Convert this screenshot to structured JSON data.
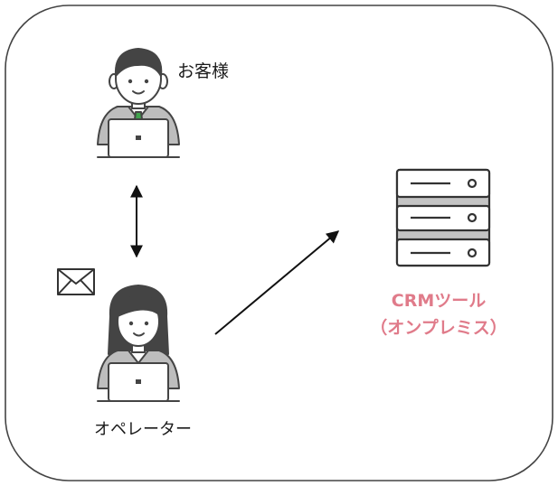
{
  "customer": {
    "label": "お客様"
  },
  "operator": {
    "label": "オペレーター"
  },
  "crm": {
    "line1": "CRMツール",
    "line2": "（オンプレミス）",
    "color": "#e07b8a"
  },
  "colors": {
    "line": "#444444",
    "suit": "#bdbdbd",
    "tie": "#3fa34d",
    "skin": "#ffffff",
    "server_band": "#c4c4c4"
  },
  "icons": {
    "customer": "man-with-laptop-icon",
    "operator": "woman-with-laptop-icon",
    "mail": "envelope-icon",
    "server": "server-rack-icon"
  }
}
